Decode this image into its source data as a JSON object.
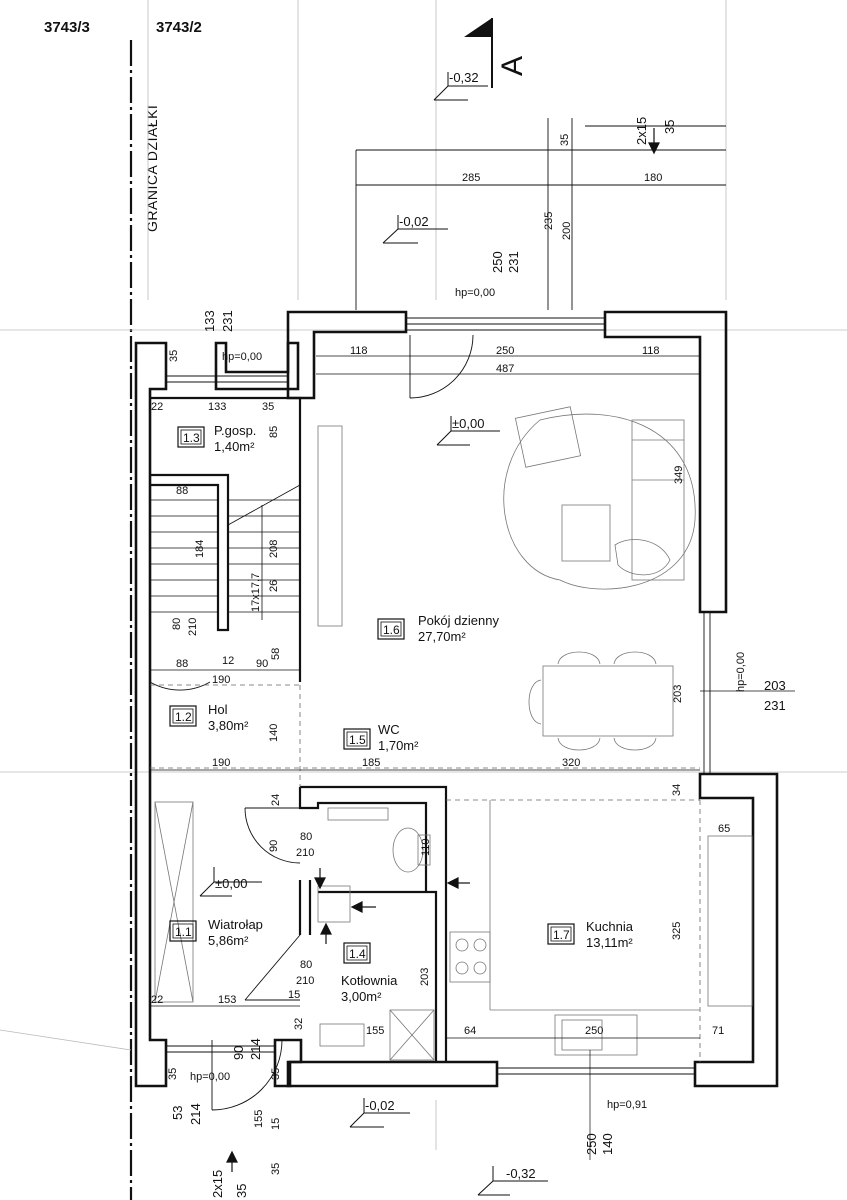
{
  "header": {
    "plot_left": "3743/3",
    "plot_right": "3743/2"
  },
  "boundary_label": "GRANICA DZIAŁKI",
  "section_marker": "A",
  "rooms": [
    {
      "num": "1.1",
      "name": "Wiatrołap",
      "area": "5,86m²"
    },
    {
      "num": "1.2",
      "name": "Hol",
      "area": "3,80m²"
    },
    {
      "num": "1.3",
      "name": "P.gosp.",
      "area": "1,40m²"
    },
    {
      "num": "1.4",
      "name": "Kotłownia",
      "area": "3,00m²"
    },
    {
      "num": "1.5",
      "name": "WC",
      "area": "1,70m²"
    },
    {
      "num": "1.6",
      "name": "Pokój dzienny",
      "area": "27,70m²"
    },
    {
      "num": "1.7",
      "name": "Kuchnia",
      "area": "13,11m²"
    }
  ],
  "levels": [
    {
      "text": "-0,32"
    },
    {
      "text": "-0,02"
    },
    {
      "text": "±0,00"
    },
    {
      "text": "±0,00"
    },
    {
      "text": "-0,02"
    },
    {
      "text": "-0,32"
    }
  ],
  "sill_heights": [
    {
      "text": "hp=0,00"
    },
    {
      "text": "hp=0,00"
    },
    {
      "text": "hp=0,00"
    },
    {
      "text": "hp=0,00"
    },
    {
      "text": "hp=0,91"
    }
  ],
  "dimensions": [
    {
      "text": "2x15"
    },
    {
      "text": "35"
    },
    {
      "text": "35"
    },
    {
      "text": "285"
    },
    {
      "text": "180"
    },
    {
      "text": "235"
    },
    {
      "text": "200"
    },
    {
      "text": "250"
    },
    {
      "text": "231"
    },
    {
      "text": "133"
    },
    {
      "text": "231"
    },
    {
      "text": "35"
    },
    {
      "text": "118"
    },
    {
      "text": "250"
    },
    {
      "text": "118"
    },
    {
      "text": "487"
    },
    {
      "text": "22"
    },
    {
      "text": "133"
    },
    {
      "text": "35"
    },
    {
      "text": "85"
    },
    {
      "text": "88"
    },
    {
      "text": "184"
    },
    {
      "text": "208"
    },
    {
      "text": "17x17,7"
    },
    {
      "text": "26"
    },
    {
      "text": "80"
    },
    {
      "text": "210"
    },
    {
      "text": "88"
    },
    {
      "text": "12"
    },
    {
      "text": "90"
    },
    {
      "text": "58"
    },
    {
      "text": "190"
    },
    {
      "text": "349"
    },
    {
      "text": "140"
    },
    {
      "text": "190"
    },
    {
      "text": "185"
    },
    {
      "text": "320"
    },
    {
      "text": "203"
    },
    {
      "text": "203"
    },
    {
      "text": "231"
    },
    {
      "text": "24"
    },
    {
      "text": "34"
    },
    {
      "text": "65"
    },
    {
      "text": "90"
    },
    {
      "text": "80"
    },
    {
      "text": "210"
    },
    {
      "text": "110"
    },
    {
      "text": "80"
    },
    {
      "text": "210"
    },
    {
      "text": "203"
    },
    {
      "text": "325"
    },
    {
      "text": "22"
    },
    {
      "text": "153"
    },
    {
      "text": "15"
    },
    {
      "text": "32"
    },
    {
      "text": "155"
    },
    {
      "text": "64"
    },
    {
      "text": "250"
    },
    {
      "text": "71"
    },
    {
      "text": "90"
    },
    {
      "text": "214"
    },
    {
      "text": "35"
    },
    {
      "text": "35"
    },
    {
      "text": "53"
    },
    {
      "text": "214"
    },
    {
      "text": "155"
    },
    {
      "text": "15"
    },
    {
      "text": "250"
    },
    {
      "text": "140"
    },
    {
      "text": "2x15"
    },
    {
      "text": "35"
    },
    {
      "text": "35"
    }
  ]
}
